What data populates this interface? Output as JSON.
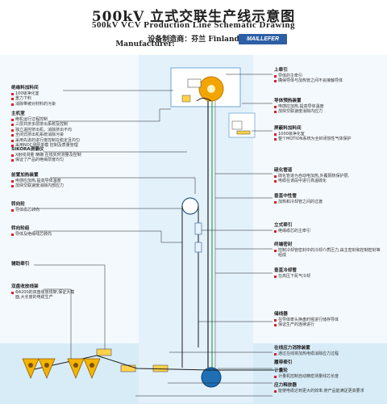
{
  "header": {
    "title_cn": "500kV 立式交联生产线示意图",
    "title_en": "500kV VCV Production Line Schematic Drawing",
    "manufacturer_label": "设备制造商：芬兰 Finland",
    "manufacturer_en": "Manufacturer:",
    "logo_text": "MAILLEFER"
  },
  "left_labels": [
    {
      "title": "绝缘料加料间",
      "items": [
        "100级净化室",
        "重力下料",
        "消除带被对材料的污染"
      ]
    },
    {
      "title": "主机室",
      "items": [
        "绝机运行过程控制",
        "三层共挤多层挤出系统及控制",
        "独立温控挤出机，消除挤出不均",
        "全闭式挤出机系统消除污染",
        "采用先进的进行度控制在稳定且均匀",
        "采用NOC测厚单模 控制及质量管理"
      ]
    },
    {
      "title": "SIKORA测偏仪",
      "items": [
        "X射线测量 精确 在线实时测量及控制",
        "保证了产品的绝缘厚度均匀"
      ]
    },
    {
      "title": "前置加热装置",
      "items": [
        "电感应加热,提高导体温度",
        "加快交联速度消除内部应力"
      ]
    },
    {
      "title": "转向轮",
      "items": [
        "导体缆芯转向"
      ]
    },
    {
      "title": "转向轮组",
      "items": [
        "导体及绝缘线芯转向"
      ]
    },
    {
      "title": "辅助牵引",
      "items": []
    },
    {
      "title": "双盘收放线架",
      "items": [
        "Φ4200的双盘收放线架,保证大截面,大长度的电缆生产"
      ]
    }
  ],
  "right_labels": [
    {
      "title": "上牵引",
      "items": [
        "导体的主牵引",
        "确保导体与加热管之间不会接触导体"
      ]
    },
    {
      "title": "导体预热装置",
      "items": [
        "电感应加热,提高导体温度",
        "加快交联速度消除内应力"
      ]
    },
    {
      "title": "屏蔽料加料间",
      "items": [
        "1000级净化室",
        "整个MOTION系统为全封闭惰性气体保护"
      ]
    },
    {
      "title": "硫化管道",
      "items": [
        "硫化管道为自动电加热,外覆隔热保护层,",
        "电缆在该段中进行高温硫化"
      ]
    },
    {
      "title": "垂直中性管",
      "items": [
        "加热和冷却管之间的过渡"
      ]
    },
    {
      "title": "立式牵引",
      "items": [
        "绝缘缆芯的主牵引"
      ]
    },
    {
      "title": "终端密封",
      "items": [
        "控制冷却管密封中的冷却介质压力,由主密封和控制密封等组成"
      ]
    },
    {
      "title": "垂直冷却管",
      "items": [
        "在高压下氮气冷却"
      ]
    },
    {
      "title": "储线器",
      "items": [
        "在导体牵头换盘时候进行储存导体",
        "保证生产的连续进行"
      ]
    },
    {
      "title": "在线应力消除装置",
      "items": [
        "通过在线将加热电缆消除应力过程"
      ]
    },
    {
      "title": "履带牵引",
      "items": []
    },
    {
      "title": "计量轮",
      "items": [
        "计量机控制自动精密测量线芯长度"
      ]
    },
    {
      "title": "应力释放器",
      "items": [
        "能使电缆达到更大的效率,使产品能满足更高要求"
      ]
    }
  ]
}
